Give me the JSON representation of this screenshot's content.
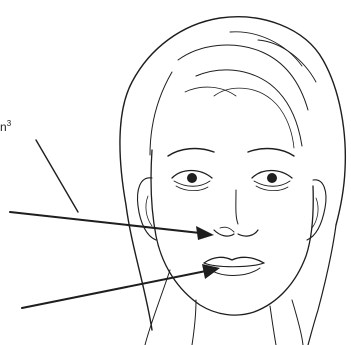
{
  "diagram": {
    "callout_label": "n",
    "callout_label_superscript": "3",
    "arrows": [
      {
        "name": "arrow-to-nose"
      },
      {
        "name": "arrow-to-mouth"
      }
    ]
  }
}
